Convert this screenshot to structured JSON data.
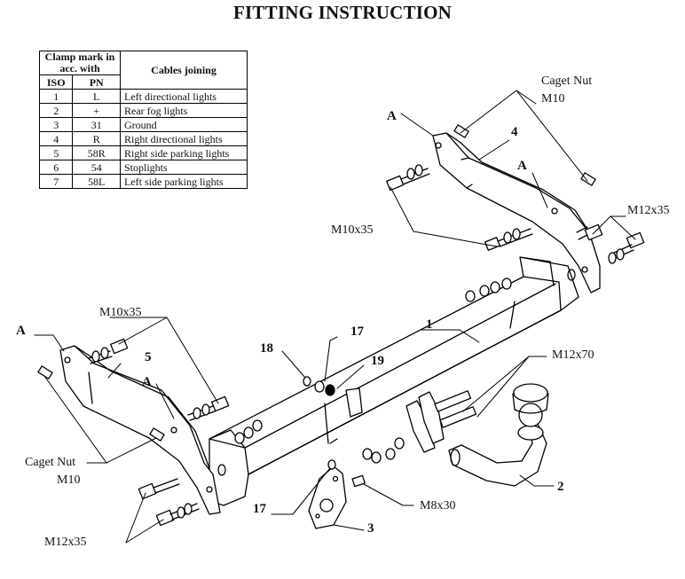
{
  "title": "FITTING INSTRUCTION",
  "table": {
    "header_clamp": "Clamp mark in acc. with",
    "header_cables": "Cables joining",
    "header_iso": "ISO",
    "header_pn": "PN",
    "rows": [
      {
        "iso": "1",
        "pn": "L",
        "desc": "Left directional lights"
      },
      {
        "iso": "2",
        "pn": "+",
        "desc": "Rear fog lights"
      },
      {
        "iso": "3",
        "pn": "31",
        "desc": "Ground"
      },
      {
        "iso": "4",
        "pn": "R",
        "desc": "Right directional lights"
      },
      {
        "iso": "5",
        "pn": "58R",
        "desc": "Right side parking lights"
      },
      {
        "iso": "6",
        "pn": "54",
        "desc": "Stoplights"
      },
      {
        "iso": "7",
        "pn": "58L",
        "desc": "Left side parking lights"
      }
    ]
  },
  "labels": {
    "caget_nut_top_1": "Caget Nut",
    "caget_nut_top_2": "M10",
    "caget_nut_left_1": "Caget Nut",
    "caget_nut_left_2": "M10",
    "m10x35_top": "M10x35",
    "m10x35_left": "M10x35",
    "m12x35_right": "M12x35",
    "m12x35_bottom": "M12x35",
    "m12x70": "M12x70",
    "m8x30": "M8x30",
    "letter_a": "A"
  },
  "part_numbers": {
    "p1": "1",
    "p2": "2",
    "p3": "3",
    "p4": "4",
    "p5": "5",
    "p17_top": "17",
    "p17_bottom": "17",
    "p18": "18",
    "p19": "19"
  }
}
